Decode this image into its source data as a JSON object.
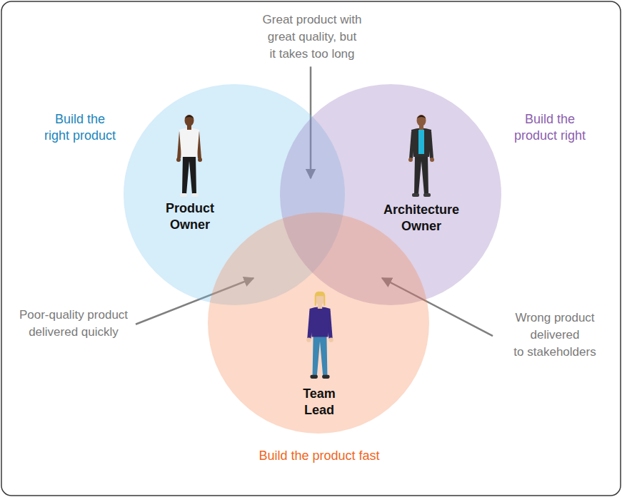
{
  "diagram": {
    "nodes": [
      {
        "text": [
          "Build the right product",
          "Product Owner"
        ]
      },
      {
        "text": [
          "Build the product right",
          "Architecture Owner"
        ]
      },
      {
        "text": [
          "Team Lead",
          "Build the product fast"
        ]
      }
    ],
    "labels": [
      "Great product with great quality, but it takes too long",
      "Poor-quality product delivered quickly",
      "Wrong product delivered to stakeholders"
    ]
  }
}
